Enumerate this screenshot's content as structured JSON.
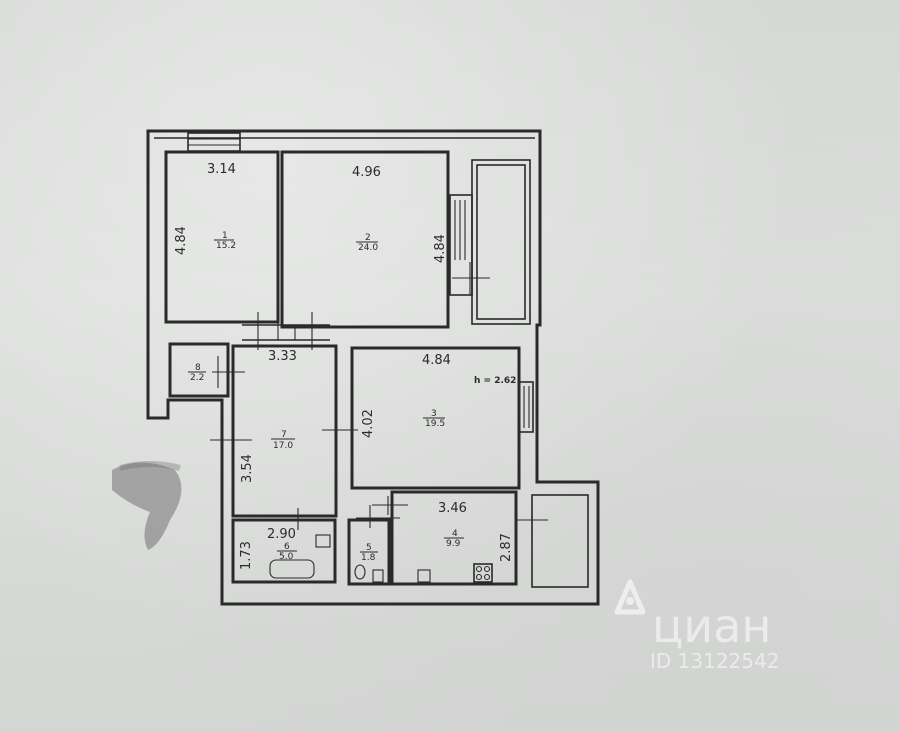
{
  "plan": {
    "dimensions": {
      "room1_width": "3.14",
      "room1_depth": "4.84",
      "room2_width": "4.96",
      "room2_depth": "4.84",
      "corridor_width": "3.33",
      "corridor_length": "3.54",
      "room3_width": "4.84",
      "room3_depth": "4.02",
      "kitchen_width": "3.46",
      "kitchen_depth": "2.87",
      "bath_width": "2.90",
      "bath_depth": "1.73"
    },
    "ceiling_height": "h = 2.62",
    "rooms": [
      {
        "num": "1",
        "area": "15.2"
      },
      {
        "num": "2",
        "area": "24.0"
      },
      {
        "num": "3",
        "area": "19.5"
      },
      {
        "num": "4",
        "area": "9.9"
      },
      {
        "num": "5",
        "area": "1.8"
      },
      {
        "num": "6",
        "area": "5.0"
      },
      {
        "num": "7",
        "area": "17.0"
      },
      {
        "num": "8",
        "area": "2.2"
      }
    ]
  },
  "watermark": {
    "brand": "циан",
    "id": "ID 13122542"
  }
}
